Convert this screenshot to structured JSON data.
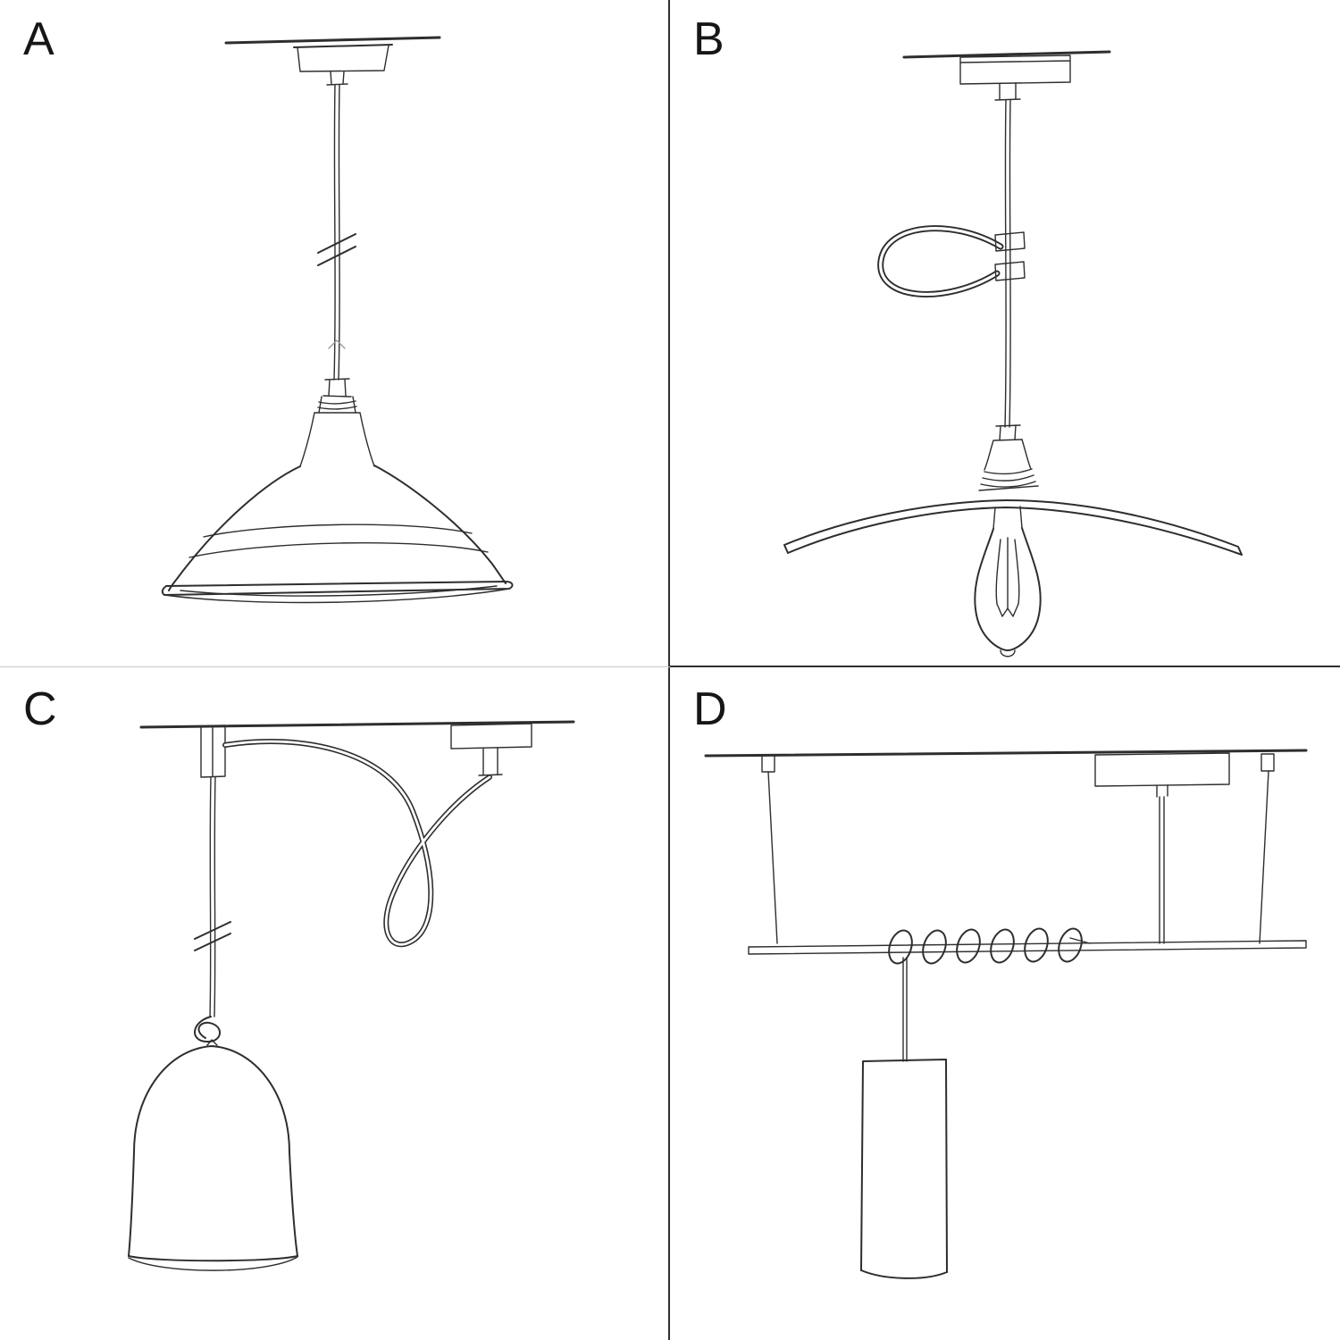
{
  "page": {
    "background": "#ffffff",
    "ink_color": "#2e2e2e",
    "divider_color": "#2f2f2f"
  },
  "panels": [
    {
      "label": "A",
      "illustration": "pendant-cord-industrial-shade-sketch"
    },
    {
      "label": "B",
      "illustration": "pendant-cord-hook-flat-shade-exposed-bulb-sketch"
    },
    {
      "label": "C",
      "illustration": "swag-pendant-knotted-cord-bell-shade-sketch"
    },
    {
      "label": "D",
      "illustration": "dual-cable-bar-wrapped-cord-cylinder-shade-sketch"
    }
  ]
}
